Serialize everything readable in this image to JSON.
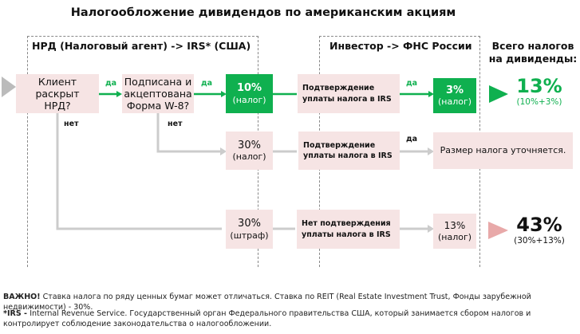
{
  "title": "Налогообложение дивидендов по американским акциям",
  "sections": {
    "nrd": "НРД (Налоговый агент) -> IRS* (США)",
    "investor": "Инвестор -> ФНС России",
    "total": "Всего налогов на дивиденды:"
  },
  "nodes": {
    "client": "Клиент раскрыт НРД?",
    "w8": "Подписана и акцептована Форма W-8?",
    "tax10": {
      "value": "10%",
      "label": "(налог)"
    },
    "tax30": {
      "value": "30%",
      "label": "(налог)"
    },
    "fine30": {
      "value": "30%",
      "label": "(штраф)"
    },
    "confirm1": "Подтверждение уплаты налога в IRS",
    "confirm2": "Подтверждение уплаты налога в IRS",
    "noconfirm": "Нет подтверждения уплаты налога в IRS",
    "tax3": {
      "value": "3%",
      "label": "(налог)"
    },
    "tax13": {
      "value": "13%",
      "label": "(налог)"
    },
    "clarify": "Размер налога уточняется."
  },
  "edges": {
    "yes": "да",
    "no": "нет"
  },
  "results": {
    "r1": {
      "value": "13%",
      "formula": "(10%+3%)"
    },
    "r2": {
      "value": "43%",
      "formula": "(30%+13%)"
    }
  },
  "footer": {
    "important_label": "ВАЖНО!",
    "important_text": " Ставка налога по ряду ценных бумаг может отличаться. Ставка по REIT (Real Estate Investment Trust, Фонды зарубежной недвижимости) -   30%.",
    "irs_label": "*IRS - ",
    "irs_text": "Internal Revenue Service. Государственный орган Федерального правительства США, который занимается сбором налогов и контролирует соблюдение законодательства о налогообложении."
  },
  "colors": {
    "green": "#0fb04f",
    "pink": "#f6e4e4",
    "arrow_pink": "#e8a9a9"
  }
}
